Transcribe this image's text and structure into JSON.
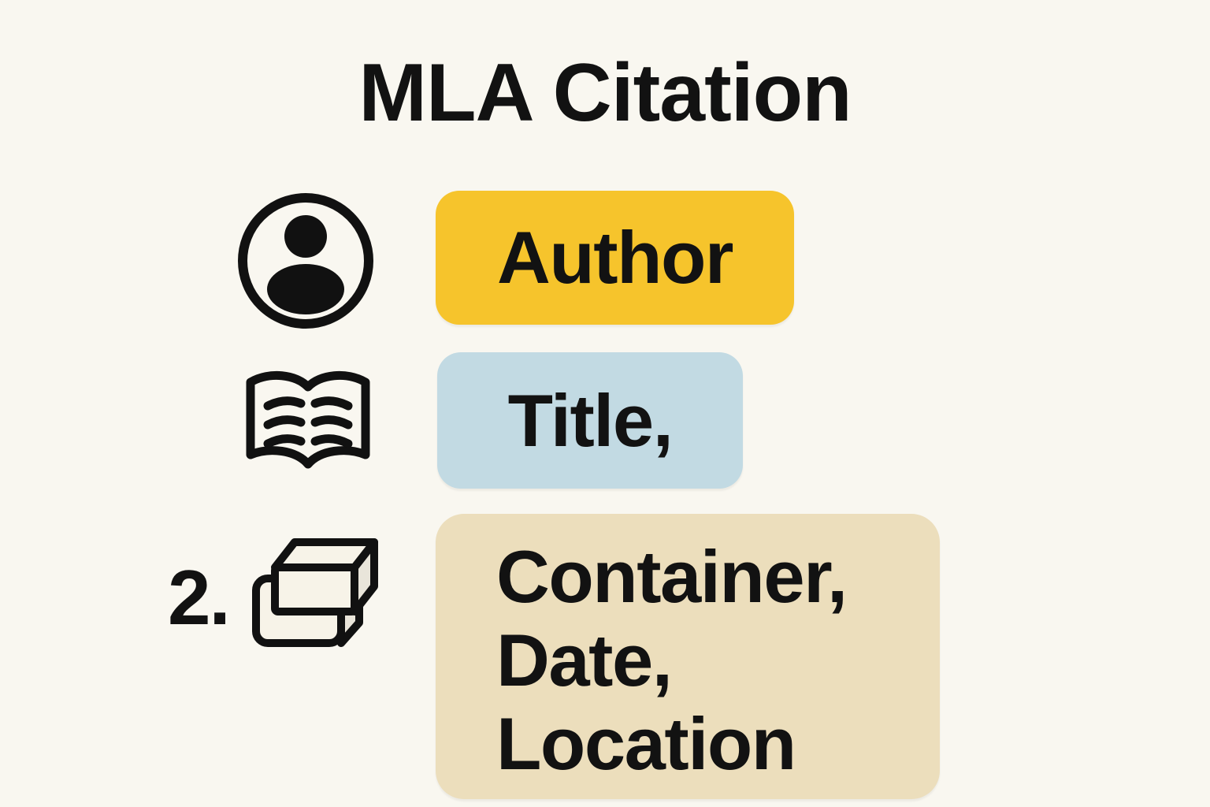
{
  "title": "MLA Citation",
  "rows": {
    "author": {
      "label": "Author",
      "icon": "person-icon",
      "bg_color": "#F6C42C"
    },
    "title": {
      "label": "Title,",
      "icon": "open-book-icon",
      "bg_color": "#C2DAE3"
    },
    "container": {
      "step_number": "2.",
      "icon": "stacked-boxes-icon",
      "bg_color": "#ECDEBC",
      "lines": [
        "Container,",
        "Date,",
        "Location"
      ]
    }
  },
  "colors": {
    "background": "#F9F7F0",
    "text": "#121212",
    "icon_stroke": "#111111"
  }
}
